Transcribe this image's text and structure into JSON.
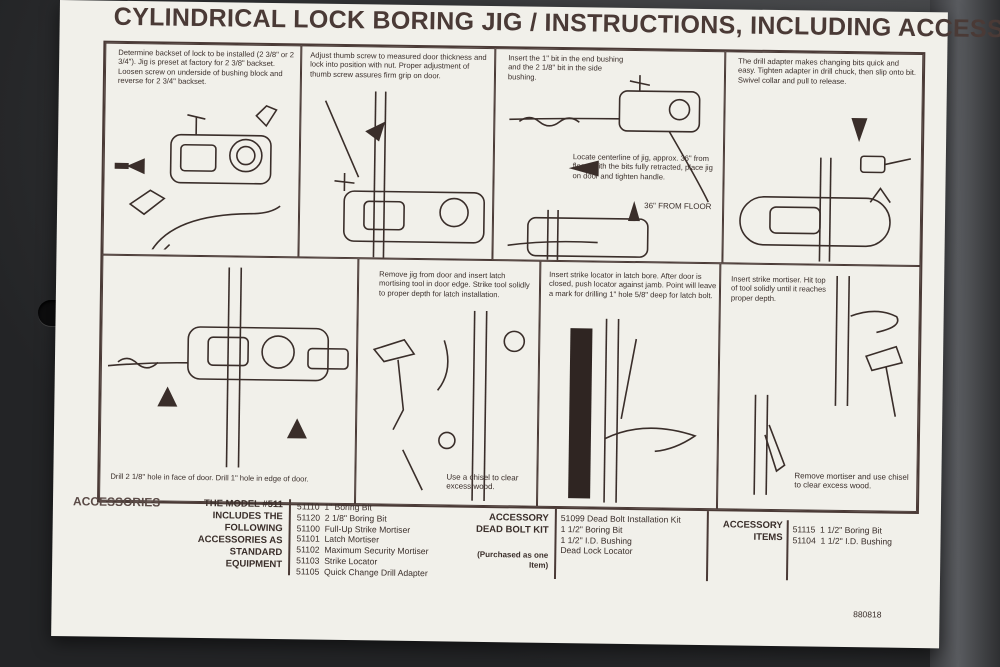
{
  "title": "CYLINDRICAL LOCK BORING JIG / INSTRUCTIONS, INCLUDING ACCESSORIES",
  "panels": [
    {
      "text": "Determine backset of lock to be installed (2 3/8\" or 2 3/4\"). Jig is preset at factory for 2 3/8\" backset. Loosen screw on underside of bushing block and reverse for 2 3/4\" backset."
    },
    {
      "text": "Adjust thumb screw to measured door thickness and lock into position with nut. Proper adjustment of thumb screw assures firm grip on door."
    },
    {
      "text": "Insert the 1\" bit in the end bushing and the 2 1/8\" bit in the side bushing."
    },
    {
      "text": "Locate centerline of jig, approx. 36\" from floor. With the bits fully retracted, place jig on door and tighten handle.",
      "label": "36\" FROM FLOOR"
    },
    {
      "text": "The drill adapter makes changing bits quick and easy. Tighten adapter in drill chuck, then slip onto bit. Swivel collar and pull to release."
    },
    {
      "text": "Drill 2 1/8\" hole in face of door. Drill 1\" hole in edge of door."
    },
    {
      "text": "Remove jig from door and insert latch mortising tool in door edge. Strike tool solidly to proper depth for latch installation.",
      "label": "Use a chisel to clear excess wood."
    },
    {
      "text": "Insert strike locator in latch bore. After door is closed, push locator against jamb. Point will leave a mark for drilling 1\" hole 5/8\" deep for latch bolt."
    },
    {
      "text": "Insert strike mortiser. Hit top of tool solidly until it reaches proper depth.",
      "label": "Remove mortiser and use chisel to clear excess wood."
    }
  ],
  "accessories": {
    "heading": "ACCESSORIES",
    "model_label": "THE MODEL #511 INCLUDES THE FOLLOWING ACCESSORIES AS STANDARD EQUIPMENT",
    "standard": [
      {
        "code": "51110",
        "name": "1\" Boring Bit"
      },
      {
        "code": "51120",
        "name": "2 1/8\" Boring Bit"
      },
      {
        "code": "51100",
        "name": "Full-Up Strike Mortiser"
      },
      {
        "code": "51101",
        "name": "Latch Mortiser"
      },
      {
        "code": "51102",
        "name": "Maximum Security Mortiser"
      },
      {
        "code": "51103",
        "name": "Strike Locator"
      },
      {
        "code": "51105",
        "name": "Quick Change Drill Adapter"
      }
    ],
    "deadbolt_label": "ACCESSORY DEAD BOLT KIT",
    "deadbolt_note": "(Purchased as one Item)",
    "deadbolt": [
      "51099   Dead Bolt Installation Kit",
      "1 1/2\" Boring Bit",
      "1 1/2\" I.D. Bushing",
      "Dead Lock Locator"
    ],
    "items_label": "ACCESSORY ITEMS",
    "items": [
      {
        "code": "51115",
        "name": "1 1/2\" Boring Bit"
      },
      {
        "code": "51104",
        "name": "1 1/2\" I.D. Bushing"
      }
    ]
  },
  "form_code": "880818"
}
